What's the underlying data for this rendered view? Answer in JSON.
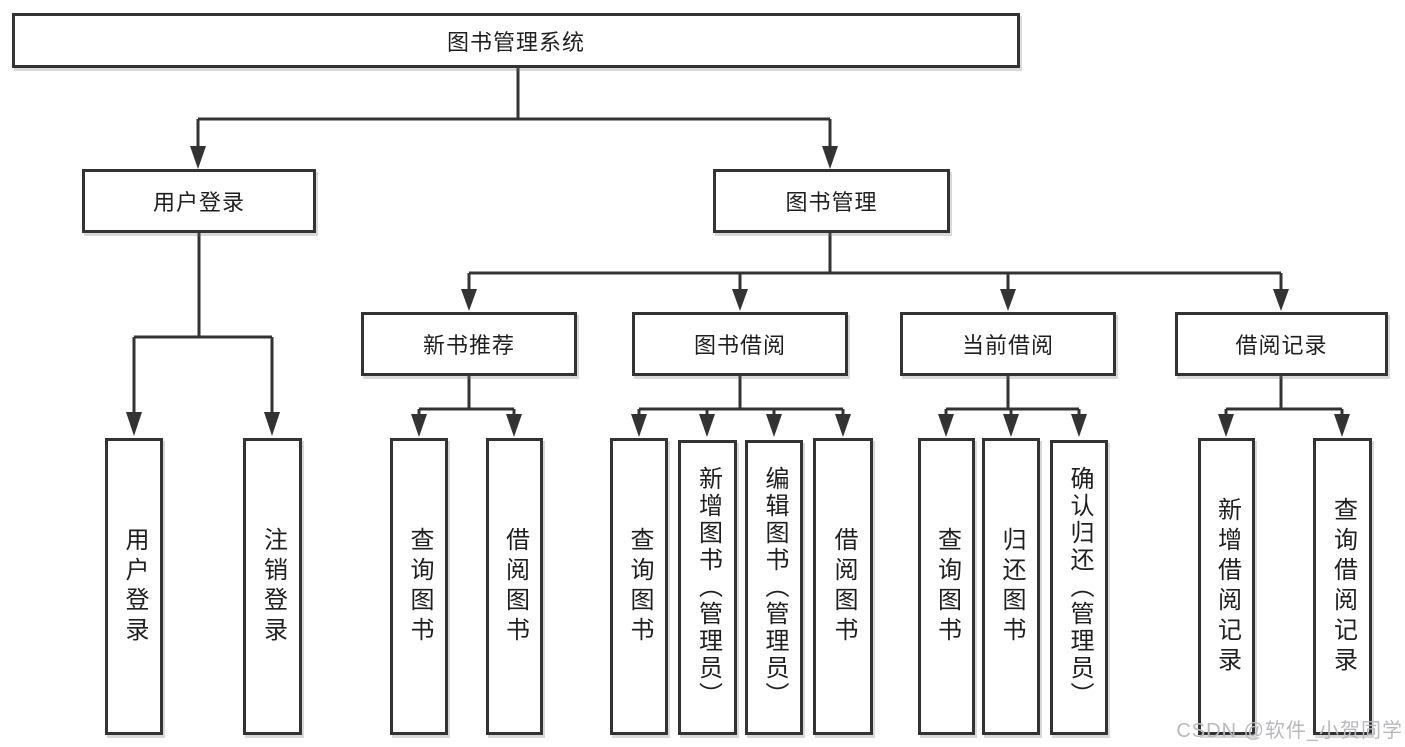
{
  "diagram": {
    "root": {
      "label": "图书管理系统"
    },
    "branches": [
      {
        "label": "用户登录",
        "children": [
          {
            "label": "用户登录"
          },
          {
            "label": "注销登录"
          }
        ]
      },
      {
        "label": "图书管理",
        "children": [
          {
            "label": "新书推荐",
            "children": [
              {
                "label": "查询图书"
              },
              {
                "label": "借阅图书"
              }
            ]
          },
          {
            "label": "图书借阅",
            "children": [
              {
                "label": "查询图书"
              },
              {
                "label": "新增图书（管理员）"
              },
              {
                "label": "编辑图书（管理员）"
              },
              {
                "label": "借阅图书"
              }
            ]
          },
          {
            "label": "当前借阅",
            "children": [
              {
                "label": "查询图书"
              },
              {
                "label": "归还图书"
              },
              {
                "label": "确认归还（管理员）"
              }
            ]
          },
          {
            "label": "借阅记录",
            "children": [
              {
                "label": "新增借阅记录"
              },
              {
                "label": "查询借阅记录"
              }
            ]
          }
        ]
      }
    ]
  },
  "watermark": {
    "text": "CSDN @软件_小贺同学"
  },
  "colors": {
    "line": "#333333",
    "box_border": "#333333",
    "box_fill": "#ffffff",
    "text": "#1f1f1f",
    "background": "#ffffff",
    "watermark": "#b9b9bd"
  }
}
